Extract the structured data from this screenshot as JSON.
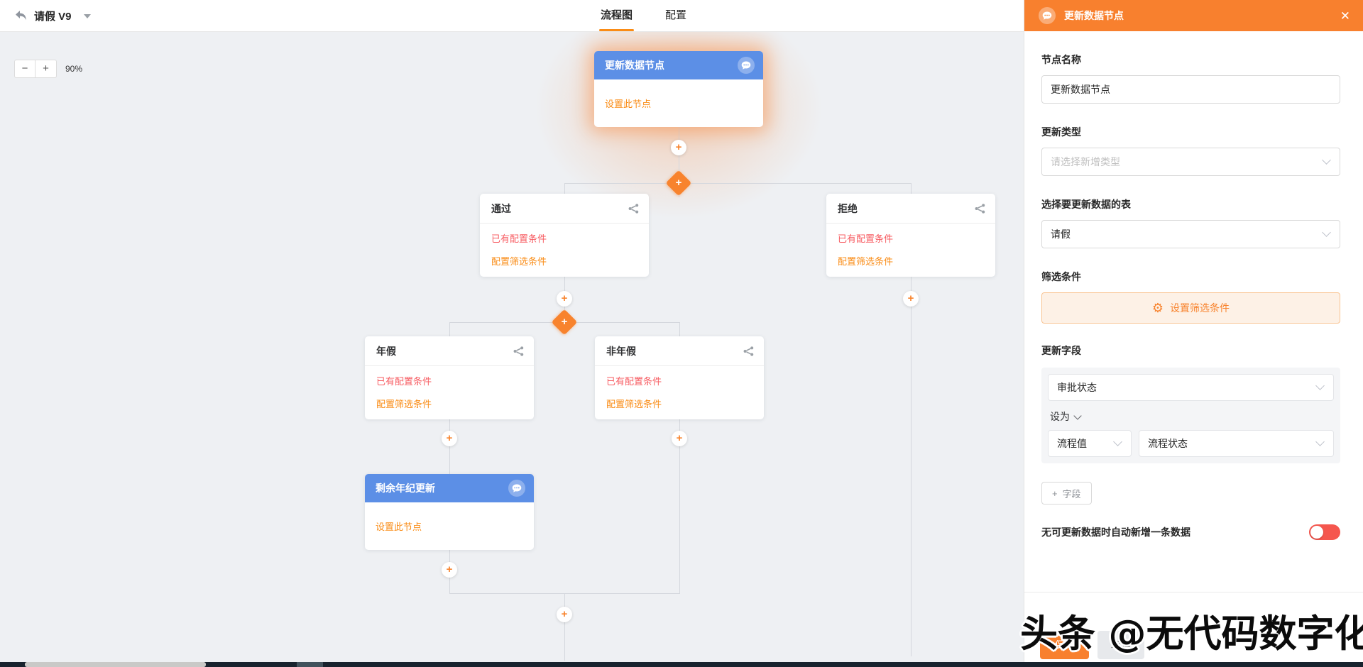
{
  "header": {
    "title": "请假 V9",
    "tabs": {
      "flowchart": "流程图",
      "config": "配置"
    }
  },
  "canvas": {
    "zoom_minus": "−",
    "zoom_plus": "+",
    "zoom_level": "90%",
    "plus_glyph": "+",
    "nodes": {
      "update": {
        "title": "更新数据节点",
        "link": "设置此节点"
      },
      "pass": {
        "title": "通过",
        "links": [
          "已有配置条件",
          "配置筛选条件"
        ]
      },
      "reject": {
        "title": "拒绝",
        "links": [
          "已有配置条件",
          "配置筛选条件"
        ]
      },
      "annual": {
        "title": "年假",
        "links": [
          "已有配置条件",
          "配置筛选条件"
        ]
      },
      "non_annual": {
        "title": "非年假",
        "links": [
          "已有配置条件",
          "配置筛选条件"
        ]
      },
      "remain": {
        "title": "剩余年纪更新",
        "link": "设置此节点"
      }
    }
  },
  "panel": {
    "title": "更新数据节点",
    "close_glyph": "✕",
    "node_name_label": "节点名称",
    "node_name_value": "更新数据节点",
    "update_type_label": "更新类型",
    "update_type_placeholder": "请选择新增类型",
    "table_label": "选择要更新数据的表",
    "table_value": "请假",
    "filter_label": "筛选条件",
    "gear_glyph": "⚙",
    "filter_button": "设置筛选条件",
    "fields_label": "更新字段",
    "field_select_value": "审批状态",
    "set_as_label": "设为",
    "value_type_value": "流程值",
    "value_value": "流程状态",
    "add_field_plus": "+",
    "add_field_label": "字段",
    "auto_create_label": "无可更新数据时自动新增一条数据",
    "save_button": "保存",
    "cancel_button": "取消"
  },
  "watermark": "头条 @无代码数字化",
  "colors": {
    "accent_orange": "#F8802E",
    "node_blue": "#5C8FE6",
    "link_red": "#F75C62",
    "link_orange": "#FA8C16",
    "toggle_red": "#F5564E"
  }
}
